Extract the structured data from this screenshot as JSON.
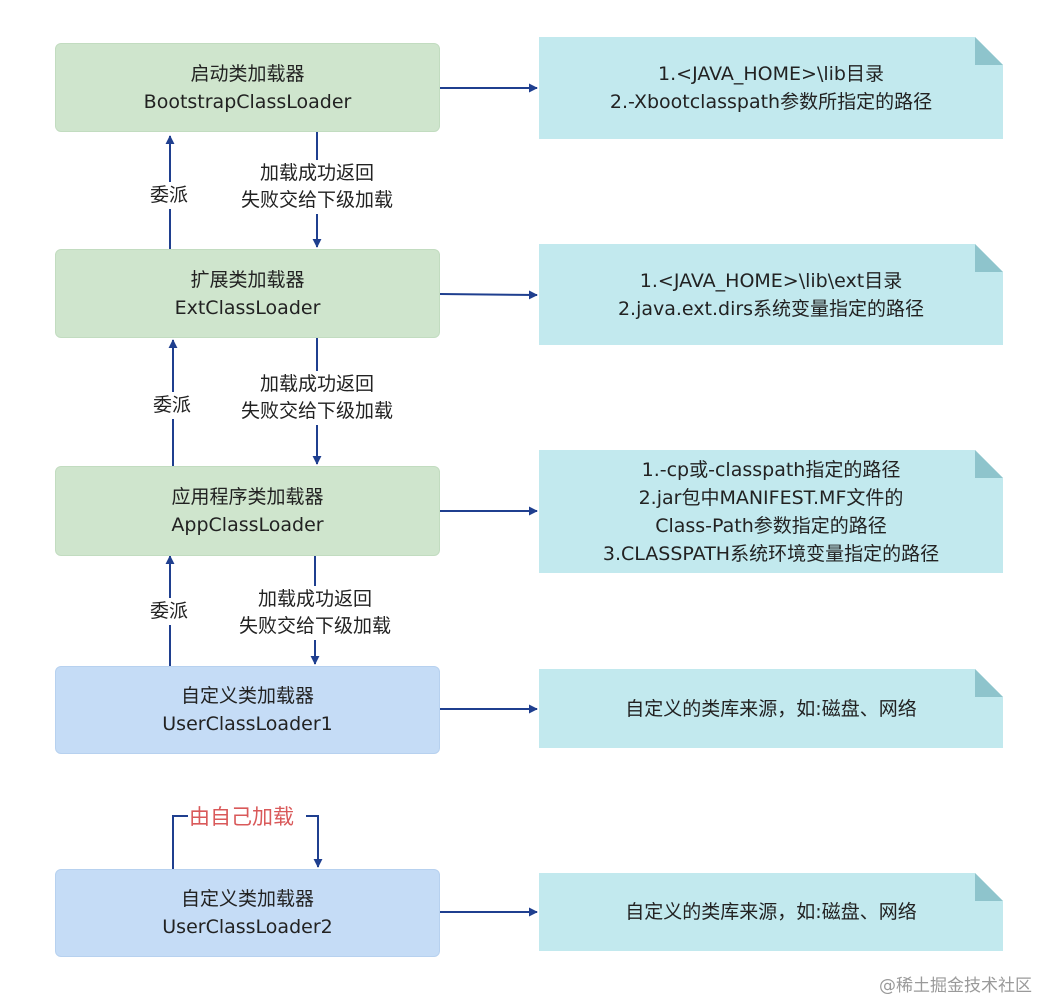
{
  "nodes": {
    "bootstrap": {
      "title": "启动类加载器",
      "name": "BootstrapClassLoader"
    },
    "ext": {
      "title": "扩展类加载器",
      "name": "ExtClassLoader"
    },
    "app": {
      "title": "应用程序类加载器",
      "name": "AppClassLoader"
    },
    "user1": {
      "title": "自定义类加载器",
      "name": "UserClassLoader1"
    },
    "user2": {
      "title": "自定义类加载器",
      "name": "UserClassLoader2"
    }
  },
  "notes": {
    "bootstrap": [
      "1.<JAVA_HOME>\\lib目录",
      "2.-Xbootclasspath参数所指定的路径"
    ],
    "ext": [
      "1.<JAVA_HOME>\\lib\\ext目录",
      "2.java.ext.dirs系统变量指定的路径"
    ],
    "app": [
      "1.-cp或-classpath指定的路径",
      "2.jar包中MANIFEST.MF文件的",
      "Class-Path参数指定的路径",
      "3.CLASSPATH系统环境变量指定的路径"
    ],
    "user1": [
      "自定义的类库来源，如:磁盘、网络"
    ],
    "user2": [
      "自定义的类库来源，如:磁盘、网络"
    ]
  },
  "edges": {
    "delegate_label": "委派",
    "return_label_line1": "加载成功返回",
    "return_label_line2": "失败交给下级加载",
    "self_load_label": "由自己加载"
  },
  "colors": {
    "builtin_loader": "#cfe5cd",
    "custom_loader": "#c5dcf6",
    "note_fill": "#c2e9ee",
    "note_fold": "#8ec4cc",
    "arrow": "#1f3f8f",
    "self_load_text": "#d9595a"
  },
  "watermark": "@稀土掘金技术社区"
}
